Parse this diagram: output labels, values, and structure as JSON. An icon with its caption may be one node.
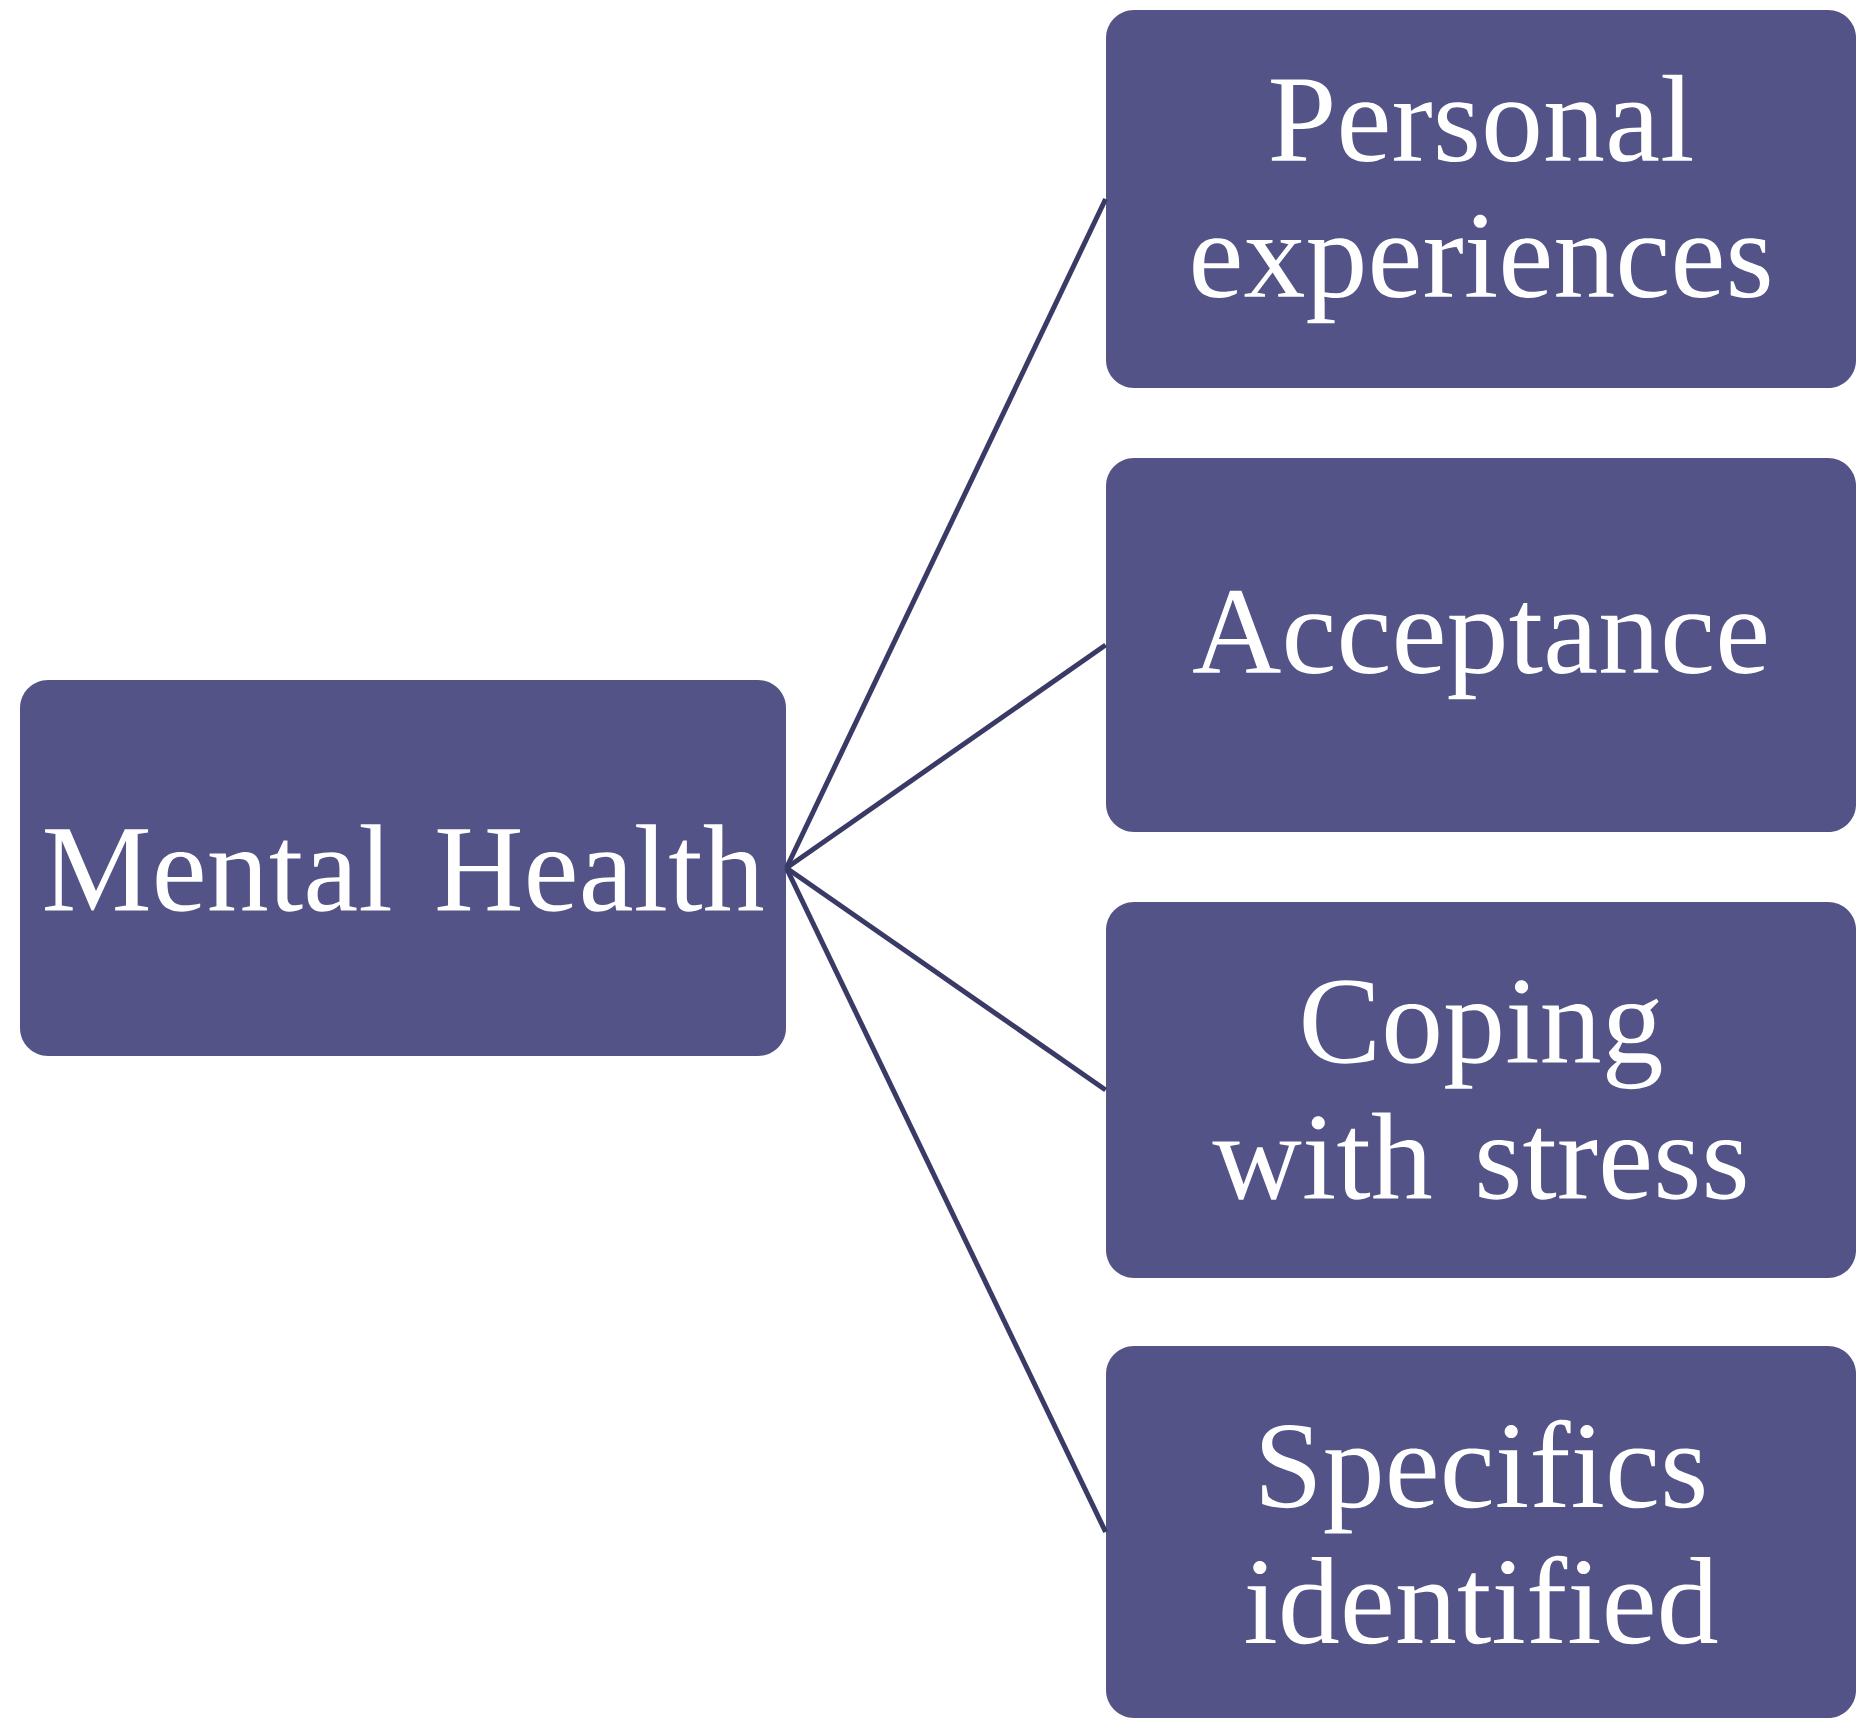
{
  "diagram": {
    "nodes": [
      {
        "text": [
          "Mental Health"
        ]
      },
      {
        "text": [
          "Personal experiences"
        ]
      },
      {
        "text": [
          "Acceptance"
        ]
      },
      {
        "text": [
          "Coping with stress"
        ]
      },
      {
        "text": [
          "Specifics identified"
        ]
      }
    ],
    "edges": [
      {
        "from": 0,
        "to": 1,
        "arrow": "none"
      },
      {
        "from": 0,
        "to": 2,
        "arrow": "none"
      },
      {
        "from": 0,
        "to": 3,
        "arrow": "none"
      },
      {
        "from": 0,
        "to": 4,
        "arrow": "none"
      }
    ]
  }
}
